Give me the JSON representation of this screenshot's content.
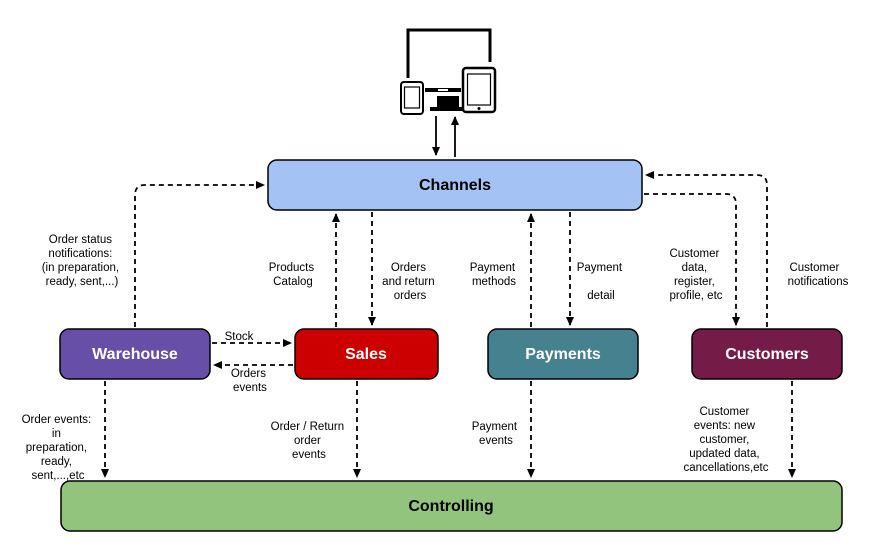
{
  "nodes": {
    "channels": {
      "label": "Channels",
      "color": "#a4c2f4"
    },
    "warehouse": {
      "label": "Warehouse",
      "color": "#674ea7"
    },
    "sales": {
      "label": "Sales",
      "color": "#cc0000"
    },
    "payments": {
      "label": "Payments",
      "color": "#45818e"
    },
    "customers": {
      "label": "Customers",
      "color": "#741b47"
    },
    "controlling": {
      "label": "Controlling",
      "color": "#93c47d"
    }
  },
  "edge_labels": {
    "order_status": [
      "Order status",
      "notifications:",
      "(in preparation,",
      "ready, sent,...)"
    ],
    "products_catalog": [
      "Products",
      "Catalog"
    ],
    "orders_returns": [
      "Orders",
      "and return",
      "orders"
    ],
    "payment_methods": [
      "Payment",
      "methods"
    ],
    "payment_detail": [
      "Payment",
      "",
      "detail"
    ],
    "customer_data": [
      "Customer",
      "data,",
      "register,",
      "profile, etc"
    ],
    "customer_notifications": [
      "Customer",
      "notifications"
    ],
    "stock": [
      "Stock"
    ],
    "orders_events": [
      "Orders",
      "events"
    ],
    "warehouse_events": [
      "Order events:",
      "in",
      "preparation,",
      "ready,",
      "sent,...,etc"
    ],
    "sales_events": [
      "Order / Return",
      "order",
      "events"
    ],
    "payment_events": [
      "Payment",
      "events"
    ],
    "customer_events": [
      "Customer",
      "events: new",
      "customer,",
      "updated data,",
      "cancellations,etc"
    ]
  },
  "icons": [
    "smartphone-icon",
    "laptop-icon",
    "tablet-icon"
  ]
}
